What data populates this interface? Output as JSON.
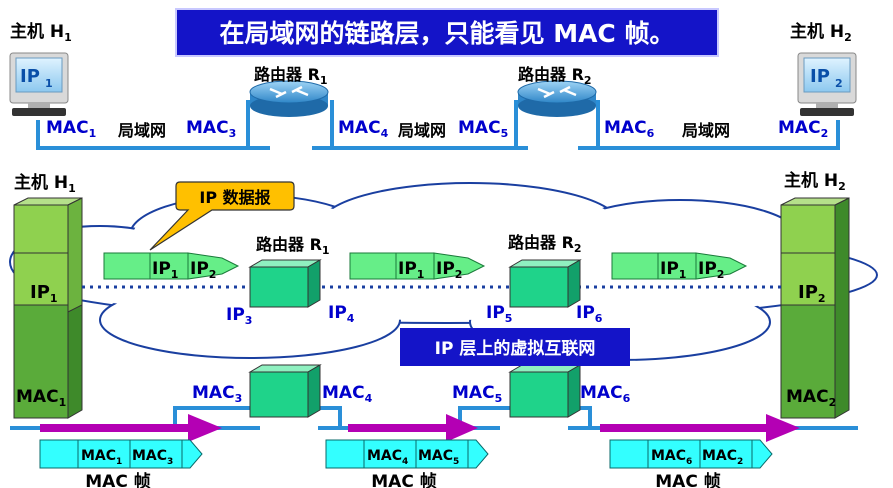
{
  "title": "在局域网的链路层，只能看见 MAC 帧。",
  "top": {
    "host1": {
      "label": "主机",
      "sub": "1",
      "ip": "IP",
      "ip_sub": "1"
    },
    "host2": {
      "label": "主机",
      "sub": "2",
      "ip": "IP",
      "ip_sub": "2"
    },
    "router1": {
      "label": "路由器 R",
      "sub": "1"
    },
    "router2": {
      "label": "路由器 R",
      "sub": "2"
    },
    "mac1": {
      "t": "MAC",
      "s": "1"
    },
    "mac3": {
      "t": "MAC",
      "s": "3"
    },
    "mac4": {
      "t": "MAC",
      "s": "4"
    },
    "mac5": {
      "t": "MAC",
      "s": "5"
    },
    "mac6": {
      "t": "MAC",
      "s": "6"
    },
    "mac2": {
      "t": "MAC",
      "s": "2"
    },
    "lan1": "局域网",
    "lan2": "局域网",
    "lan3": "局域网"
  },
  "bottom": {
    "host1": {
      "label": "主机 H",
      "sub": "1",
      "ip": "IP",
      "ip_sub": "1",
      "mac": "MAC",
      "mac_sub": "1"
    },
    "host2": {
      "label": "主机 H",
      "sub": "2",
      "ip": "IP",
      "ip_sub": "2",
      "mac": "MAC",
      "mac_sub": "2"
    },
    "callout": "IP 数据报",
    "router1": {
      "label": "路由器 R",
      "sub": "1",
      "ip_left": "IP",
      "ip_left_sub": "3",
      "ip_right": "IP",
      "ip_right_sub": "4",
      "mac_left": "MAC",
      "mac_left_sub": "3",
      "mac_right": "MAC",
      "mac_right_sub": "4"
    },
    "router2": {
      "label": "路由器 R",
      "sub": "2",
      "ip_left": "IP",
      "ip_left_sub": "5",
      "ip_right": "IP",
      "ip_right_sub": "6",
      "mac_left": "MAC",
      "mac_left_sub": "5",
      "mac_right": "MAC",
      "mac_right_sub": "6"
    },
    "virtual_label": "IP 层上的虚拟互联网",
    "packets": [
      {
        "a": "IP",
        "a_sub": "1",
        "b": "IP",
        "b_sub": "2"
      },
      {
        "a": "IP",
        "a_sub": "1",
        "b": "IP",
        "b_sub": "2"
      },
      {
        "a": "IP",
        "a_sub": "1",
        "b": "IP",
        "b_sub": "2"
      }
    ],
    "frames": [
      {
        "a": "MAC",
        "a_sub": "1",
        "b": "MAC",
        "b_sub": "3",
        "caption": "MAC 帧"
      },
      {
        "a": "MAC",
        "a_sub": "4",
        "b": "MAC",
        "b_sub": "5",
        "caption": "MAC 帧"
      },
      {
        "a": "MAC",
        "a_sub": "6",
        "b": "MAC",
        "b_sub": "2",
        "caption": "MAC 帧"
      }
    ]
  },
  "colors": {
    "title_bg": "#1414c8",
    "title_border": "#c8c8ff",
    "blue_text": "#0000cc",
    "lan_line": "#2a8fd8",
    "host_green": "#8fd14f",
    "router_green": "#1fd38a",
    "packet_green": "#66ee88",
    "frame_cyan": "#33ffff",
    "arrow_magenta": "#b400b4",
    "callout_fill": "#ffc000"
  }
}
